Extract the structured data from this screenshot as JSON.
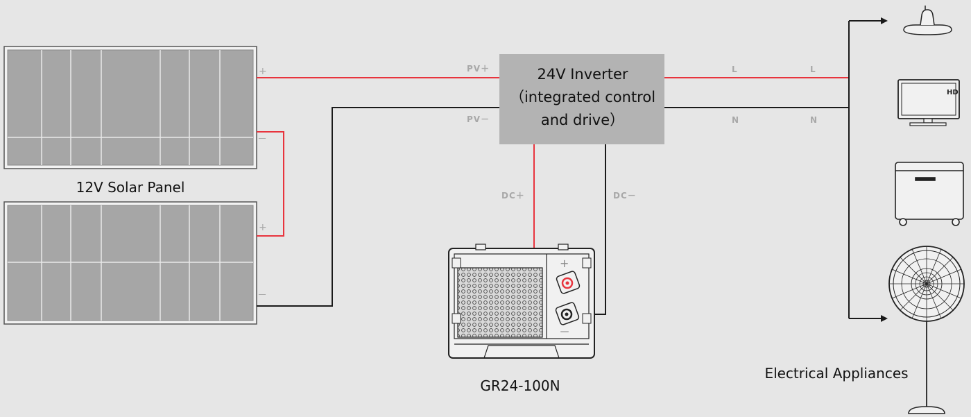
{
  "labels": {
    "solar_panel": "12V Solar  Panel",
    "battery": "GR24-100N",
    "appliances": "Electrical Appliances"
  },
  "inverter": {
    "line1": "24V Inverter",
    "line2": "（integrated control",
    "line3": "and drive）"
  },
  "terminals": {
    "pv_plus": "PV＋",
    "pv_minus": "PV－",
    "dc_plus": "DC＋",
    "dc_minus": "DC－",
    "out_l": "L",
    "out_n": "N",
    "panel_plus": "+",
    "panel_minus": "－",
    "battery_plus": "+",
    "battery_minus": "－"
  },
  "icons": {
    "tv_badge": "HD"
  },
  "colors": {
    "positive_wire": "#e8343d",
    "negative_wire": "#1a1a1a",
    "inverter_box": "#b3b3b3",
    "panel_cell": "#a6a6a6",
    "background": "#e6e6e6"
  }
}
